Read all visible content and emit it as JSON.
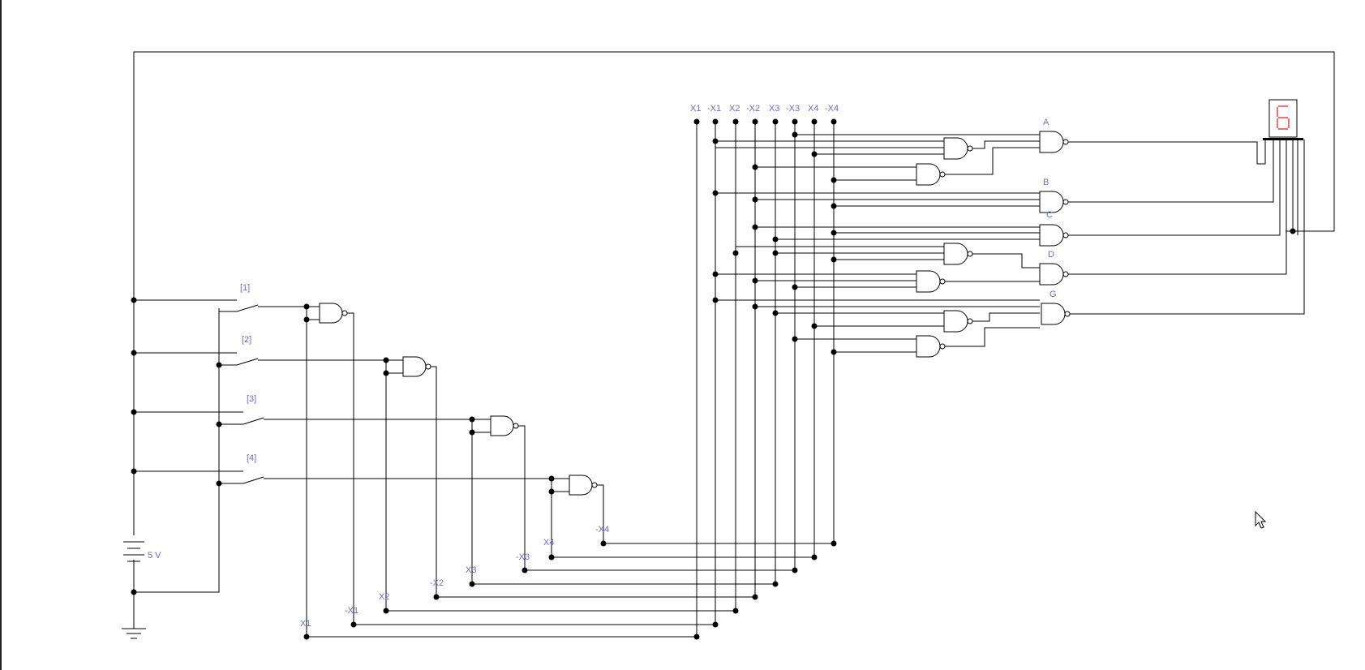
{
  "switch_labels": [
    "[1]",
    "[2]",
    "[3]",
    "[4]"
  ],
  "bus_labels": [
    "X1",
    "-X1",
    "X2",
    "-X2",
    "X3",
    "-X3",
    "X4",
    "-X4"
  ],
  "output_labels": [
    "A",
    "B",
    "C",
    "D",
    "G"
  ],
  "lower_labels": [
    "X1",
    "-X1",
    "X2",
    "-X2",
    "X3",
    "-X3",
    "X4",
    "-X4"
  ],
  "battery_label": "5 V",
  "display_digit": "6"
}
